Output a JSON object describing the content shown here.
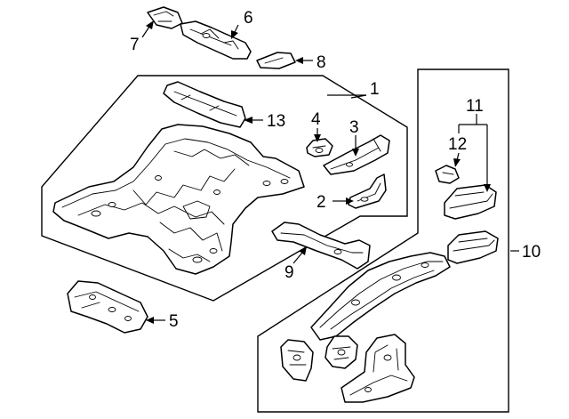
{
  "diagram": {
    "callouts": [
      "1",
      "2",
      "3",
      "4",
      "5",
      "6",
      "7",
      "8",
      "9",
      "10",
      "11",
      "12",
      "13"
    ]
  }
}
